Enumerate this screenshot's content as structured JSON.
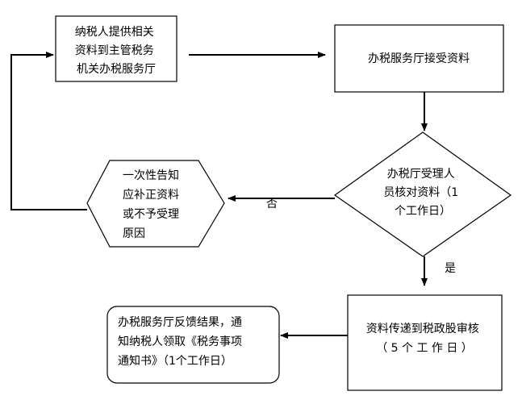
{
  "nodes": {
    "submit": {
      "lines": [
        "纳税人提供相关",
        "资料到主管税务",
        "机关办税服务厅"
      ]
    },
    "receive": {
      "lines": [
        "办税服务厅接受资料"
      ]
    },
    "check": {
      "lines": [
        "办税厅受理人",
        "员核对资料（1",
        "个工作日）"
      ]
    },
    "reject": {
      "lines": [
        "一次性告知",
        "应补正资料",
        "或不予受理",
        "原因"
      ]
    },
    "transfer": {
      "lines": [
        "资料传递到税政股审核",
        "（ 5 个 工 作 日 ）"
      ]
    },
    "feedback": {
      "lines": [
        "办税服务厅反馈结果，通",
        "知纳税人领取《税务事项",
        "通知书》（1个工作日）"
      ]
    }
  },
  "edges": {
    "no_label": "否",
    "yes_label": "是"
  }
}
